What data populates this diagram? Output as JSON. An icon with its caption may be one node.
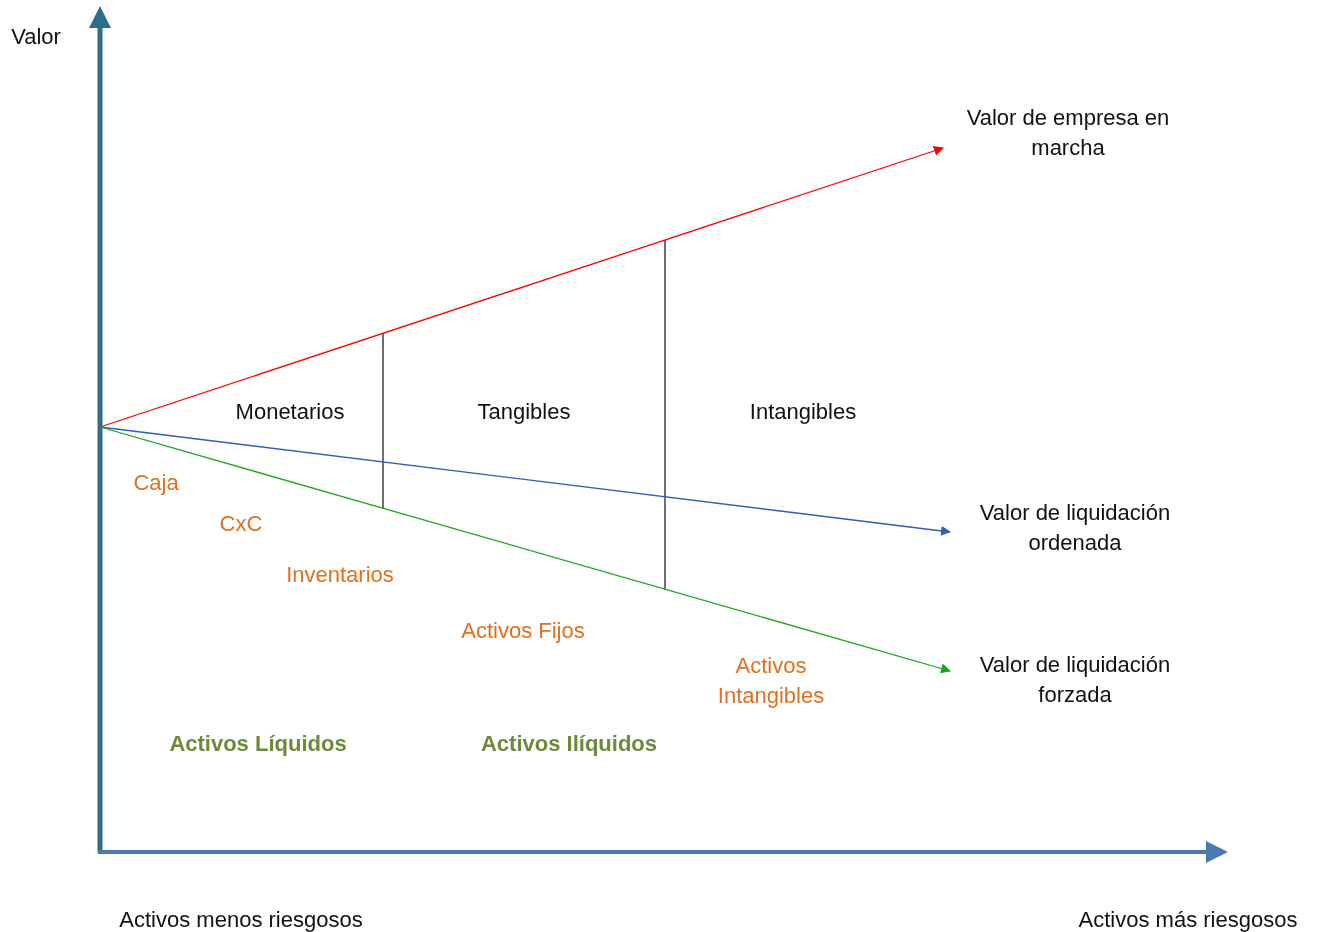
{
  "diagram": {
    "nodes": [
      {
        "text": [
          "Valor de empresa en marcha"
        ]
      },
      {
        "text": [
          "Valor de liquidación ordenada"
        ]
      },
      {
        "text": [
          "Valor de liquidación forzada"
        ]
      }
    ],
    "edges": [
      {
        "from": null,
        "to": 0,
        "arrow": "to",
        "color": "#ff0000"
      },
      {
        "from": null,
        "to": 1,
        "arrow": "to",
        "color": "#2f5fb3"
      },
      {
        "from": null,
        "to": 2,
        "arrow": "to",
        "color": "#1aa61a"
      }
    ],
    "labels": [
      "Valor",
      "Monetarios",
      "Tangibles",
      "Intangibles",
      "Caja",
      "CxC",
      "Inventarios",
      "Activos Fijos",
      "Activos Intangibles",
      "Activos Líquidos",
      "Activos Ilíquidos",
      "Activos menos riesgosos",
      "Activos más riesgosos"
    ]
  }
}
